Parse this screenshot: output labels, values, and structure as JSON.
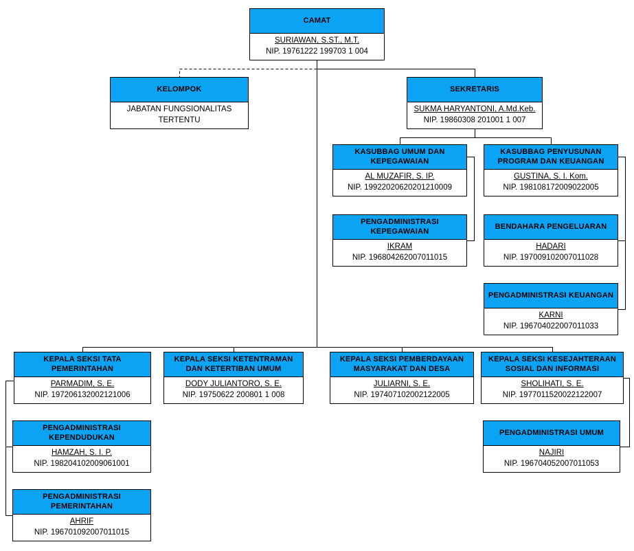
{
  "diagram": {
    "type": "org-chart",
    "style": {
      "header_fill": "#0ba3f4",
      "box_border": "#000000",
      "connector_color": "#000000",
      "background": "#ffffff"
    },
    "nodes": {
      "camat": {
        "title": "CAMAT",
        "name": "SURIAWAN, S.ST., M.T.",
        "nip": "NIP. 19761222 199703 1 004",
        "reports_to": null
      },
      "kelompok": {
        "title": "KELOMPOK",
        "name": "JABATAN FUNGSIONALITAS TERTENTU",
        "nip": "",
        "reports_to": "camat"
      },
      "sekretaris": {
        "title": "SEKRETARIS",
        "name": "SUKMA HARYANTONI, A.Md.Keb.",
        "nip": "NIP. 19860308 201001 1 007",
        "reports_to": "camat"
      },
      "kasubbag_umum": {
        "title": "KASUBBAG UMUM DAN KEPEGAWAIAN",
        "name": "AL MUZAFIR, S. IP.",
        "nip": "NIP. 19922020620201210009",
        "reports_to": "sekretaris"
      },
      "kasubbag_program": {
        "title": "KASUBBAG PENYUSUNAN PROGRAM DAN KEUANGAN",
        "name": "GUSTINA, S. I. Kom.",
        "nip": "NIP. 198108172009022005",
        "reports_to": "sekretaris"
      },
      "pengadm_kepegawaian": {
        "title": "PENGADMINISTRASI KEPEGAWAIAN",
        "name": "IKRAM",
        "nip": "NIP. 196804262007011015",
        "reports_to": "kasubbag_umum"
      },
      "bendahara": {
        "title": "BENDAHARA PENGELUARAN",
        "name": "HADARI",
        "nip": "NIP. 197009102007011028",
        "reports_to": "kasubbag_program"
      },
      "pengadm_keuangan": {
        "title": "PENGADMINISTRASI KEUANGAN",
        "name": "KARNI",
        "nip": "NIP. 196704022007011033",
        "reports_to": "kasubbag_program"
      },
      "seksi_tata": {
        "title": "KEPALA SEKSI TATA PEMERINTAHAN",
        "name": "PARMADIM, S. E.",
        "nip": "NIP. 197206132002121006",
        "reports_to": "camat"
      },
      "seksi_ketentraman": {
        "title": "KEPALA SEKSI KETENTRAMAN DAN KETERTIBAN UMUM",
        "name": "DODY JULIANTORO, S. E.",
        "nip": "NIP. 19750622 200801 1 008",
        "reports_to": "camat"
      },
      "seksi_pemberdayaan": {
        "title": "KEPALA SEKSI PEMBERDAYAAN MASYARAKAT DAN DESA",
        "name": "JULIARNI, S. E.",
        "nip": "NIP. 197407102002122005",
        "reports_to": "camat"
      },
      "seksi_kesejahteraan": {
        "title": "KEPALA SEKSI KESEJAHTERAAN SOSIAL DAN INFORMASI",
        "name": "SHOLIHATI, S. E.",
        "nip": "NIP. 1977011520022122007",
        "reports_to": "camat"
      },
      "pengadm_kependudukan": {
        "title": "PENGADMINISTRASI KEPENDUDUKAN",
        "name": "HAMZAH, S. I. P.",
        "nip": "NIP. 198204102009061001",
        "reports_to": "seksi_tata"
      },
      "pengadm_umum": {
        "title": "PENGADMINISTRASI UMUM",
        "name": "NAJIRI",
        "nip": "NIP. 196704052007011053",
        "reports_to": "seksi_kesejahteraan"
      },
      "pengadm_pemerintahan": {
        "title": "PENGADMINISTRASI PEMERINTAHAN",
        "name": "AHRIF",
        "nip": "NIP. 196701092007011015",
        "reports_to": "seksi_tata"
      }
    }
  }
}
